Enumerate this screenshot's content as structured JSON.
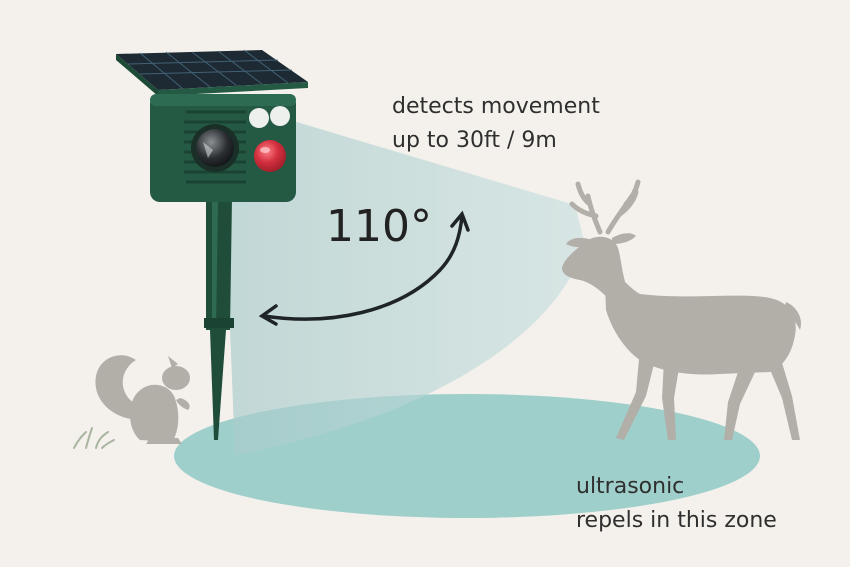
{
  "detection": {
    "line1": "detects movement",
    "line2": "up to 30ft / 9m"
  },
  "angle": {
    "label": "110°"
  },
  "zone": {
    "line1": "ultrasonic",
    "line2": "repels in this zone"
  },
  "colors": {
    "background": "#f4f1ec",
    "device_green": "#245a44",
    "beam": "#b9d6d6",
    "ground_zone": "#8fc9c5",
    "animal_silhouette": "#b2aea8",
    "sensor_red": "#d3303e"
  },
  "icons": {
    "device": "solar-repeller-device",
    "arrow": "curved-double-arrow",
    "animals": [
      "deer-silhouette",
      "squirrel-silhouette",
      "grass-tuft"
    ]
  }
}
